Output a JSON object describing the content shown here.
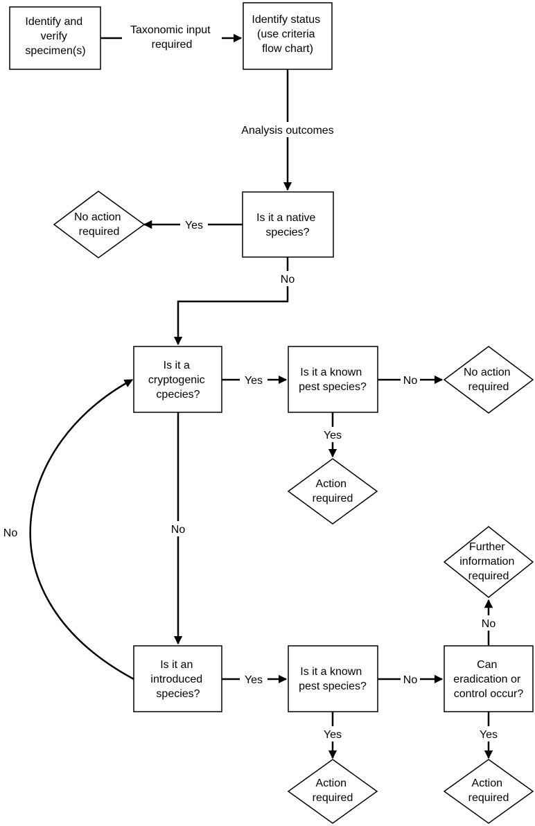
{
  "diagram": {
    "nodes": {
      "identify_verify": [
        "Identify and",
        "verify",
        "specimen(s)"
      ],
      "identify_status": [
        "Identify status",
        "(use criteria",
        "flow chart)"
      ],
      "native": [
        "Is it a native",
        "species?"
      ],
      "no_action_1": [
        "No action",
        "required"
      ],
      "cryptogenic": [
        "Is it a",
        "cryptogenic",
        "cpecies?"
      ],
      "known_pest_1": [
        "Is it a known",
        "pest species?"
      ],
      "no_action_2": [
        "No action",
        "required"
      ],
      "action_1": [
        "Action",
        "required"
      ],
      "introduced": [
        "Is it an",
        "introduced",
        "species?"
      ],
      "known_pest_2": [
        "Is it a known",
        "pest species?"
      ],
      "eradication": [
        "Can",
        "eradication or",
        "control occur?"
      ],
      "further_info": [
        "Further",
        "information",
        "required"
      ],
      "action_2": [
        "Action",
        "required"
      ],
      "action_3": [
        "Action",
        "required"
      ]
    },
    "edges": {
      "taxonomic": [
        "Taxonomic input",
        "required"
      ],
      "analysis": [
        "Analysis outcomes"
      ],
      "native_yes": [
        "Yes"
      ],
      "native_no": [
        "No"
      ],
      "crypt_yes": [
        "Yes"
      ],
      "pest1_no": [
        "No"
      ],
      "pest1_yes": [
        "Yes"
      ],
      "crypt_no": [
        "No"
      ],
      "intro_no": [
        "No"
      ],
      "intro_yes": [
        "Yes"
      ],
      "pest2_no": [
        "No"
      ],
      "pest2_yes": [
        "Yes"
      ],
      "erad_no": [
        "No"
      ],
      "erad_yes": [
        "Yes"
      ]
    }
  }
}
